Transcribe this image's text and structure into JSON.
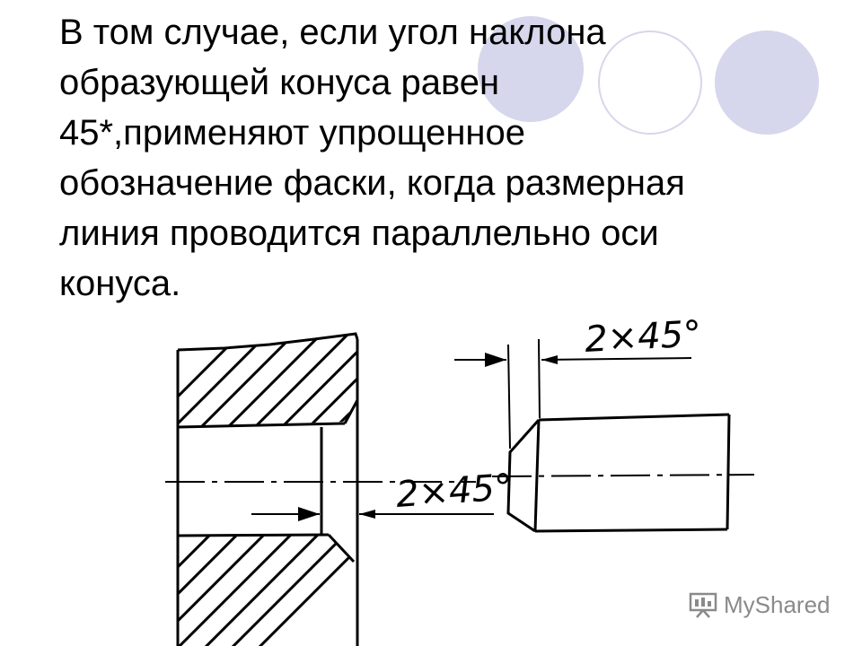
{
  "slide": {
    "text": "В том случае, если угол наклона\nобразующей конуса равен\n45*,применяют упрощенное\nобозначение фаски, когда размерная\nлиния проводится параллельно оси\nконуса."
  },
  "drawing": {
    "hole_dimension": "2×45°",
    "shaft_dimension": "2×45°"
  },
  "watermark": {
    "text": "MyShared"
  },
  "colors": {
    "decor_circle": "#d6d6ec",
    "text": "#000000",
    "watermark": "#8a8a8a"
  }
}
